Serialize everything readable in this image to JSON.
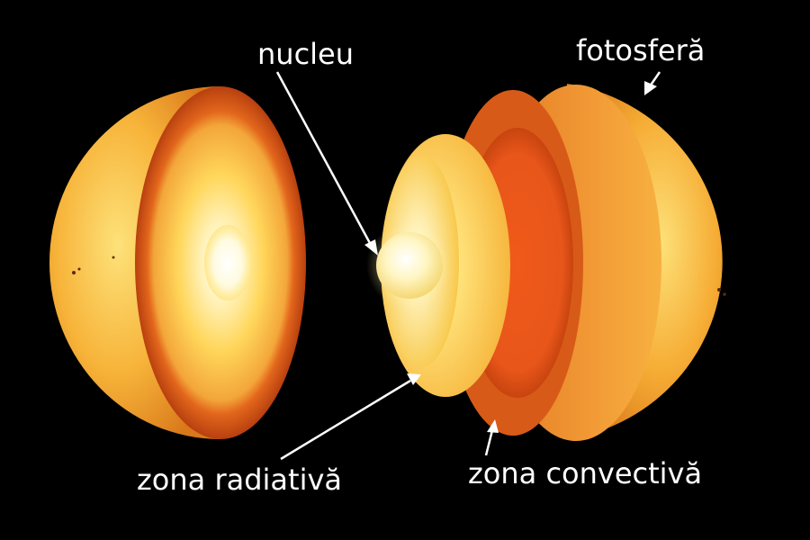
{
  "labels": {
    "core": "nucleu",
    "photosphere": "fotosferă",
    "radiative_zone": "zona radiativă",
    "convective_zone": "zona convectivă"
  },
  "colors": {
    "background": "#000000",
    "label_text": "#ffffff",
    "surface": "#f7b43a",
    "convective_band": "#e06a1e",
    "radiative_glow": "#ffe9a0",
    "core": "#fff3c0",
    "photosphere_shell": "#f08c2c"
  }
}
